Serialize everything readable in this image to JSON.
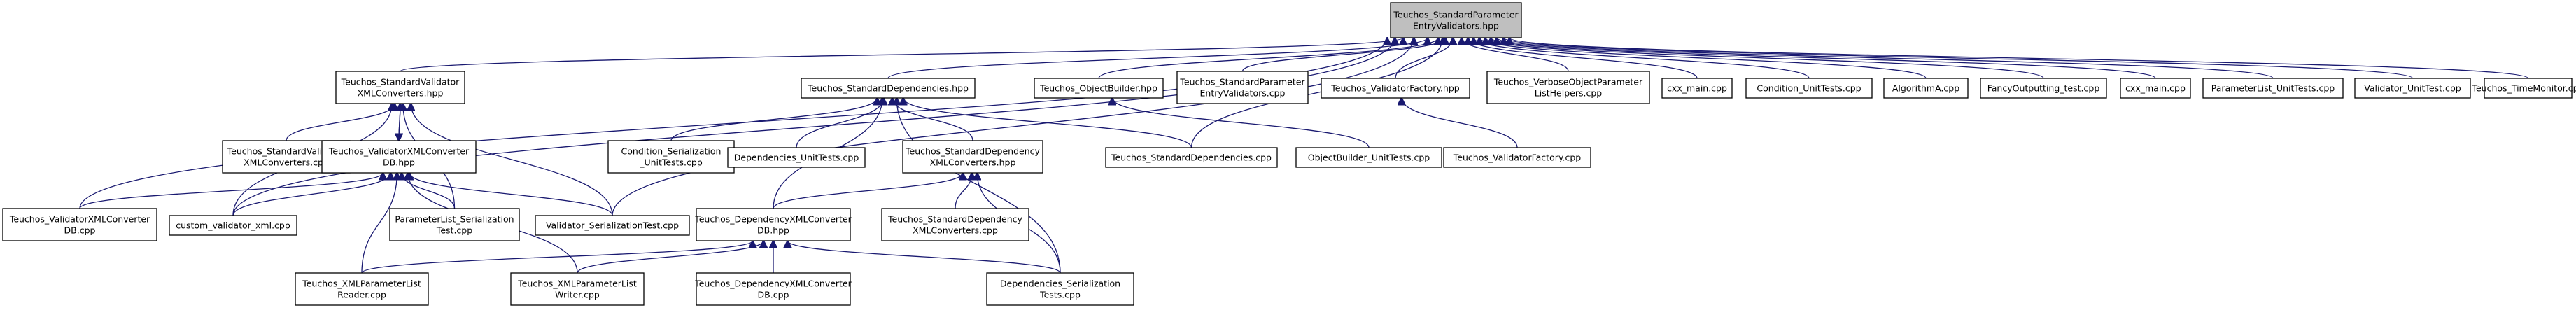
{
  "diagram": {
    "title": "",
    "colors": {
      "edge": "#191970",
      "focus_fill": "#bfbfbf",
      "node_fill": "#ffffff",
      "node_stroke": "#000000"
    },
    "nodes": [
      {
        "id": "root",
        "lines": [
          "Teuchos_StandardParameter",
          "EntryValidators.hpp"
        ],
        "focus": true
      },
      {
        "id": "svx",
        "lines": [
          "Teuchos_StandardValidator",
          "XMLConverters.hpp"
        ]
      },
      {
        "id": "sdeps",
        "lines": [
          "Teuchos_StandardDependencies.hpp"
        ]
      },
      {
        "id": "objb",
        "lines": [
          "Teuchos_ObjectBuilder.hpp"
        ]
      },
      {
        "id": "speecpp",
        "lines": [
          "Teuchos_StandardParameter",
          "EntryValidators.cpp"
        ]
      },
      {
        "id": "vfhpp",
        "lines": [
          "Teuchos_ValidatorFactory.hpp"
        ]
      },
      {
        "id": "verbose",
        "lines": [
          "Teuchos_VerboseObjectParameter",
          "ListHelpers.cpp"
        ]
      },
      {
        "id": "cxx1",
        "lines": [
          "cxx_main.cpp"
        ]
      },
      {
        "id": "condut",
        "lines": [
          "Condition_UnitTests.cpp"
        ]
      },
      {
        "id": "algoa",
        "lines": [
          "AlgorithmA.cpp"
        ]
      },
      {
        "id": "fancy",
        "lines": [
          "FancyOutputting_test.cpp"
        ]
      },
      {
        "id": "cxx2",
        "lines": [
          "cxx_main.cpp"
        ]
      },
      {
        "id": "plut",
        "lines": [
          "ParameterList_UnitTests.cpp"
        ]
      },
      {
        "id": "valut",
        "lines": [
          "Validator_UnitTest.cpp"
        ]
      },
      {
        "id": "timemon",
        "lines": [
          "Teuchos_TimeMonitor.cpp"
        ]
      },
      {
        "id": "svxcpp",
        "lines": [
          "Teuchos_StandardValidator",
          "XMLConverters.cpp"
        ]
      },
      {
        "id": "vxdbhpp",
        "lines": [
          "Teuchos_ValidatorXMLConverter",
          "DB.hpp"
        ]
      },
      {
        "id": "condser",
        "lines": [
          "Condition_Serialization",
          "_UnitTests.cpp"
        ]
      },
      {
        "id": "depsut",
        "lines": [
          "Dependencies_UnitTests.cpp"
        ]
      },
      {
        "id": "sdxhpp",
        "lines": [
          "Teuchos_StandardDependency",
          "XMLConverters.hpp"
        ]
      },
      {
        "id": "sdepscpp",
        "lines": [
          "Teuchos_StandardDependencies.cpp"
        ]
      },
      {
        "id": "objbut",
        "lines": [
          "ObjectBuilder_UnitTests.cpp"
        ]
      },
      {
        "id": "vfcpp",
        "lines": [
          "Teuchos_ValidatorFactory.cpp"
        ]
      },
      {
        "id": "vxdbcpp",
        "lines": [
          "Teuchos_ValidatorXMLConverter",
          "DB.cpp"
        ]
      },
      {
        "id": "custom",
        "lines": [
          "custom_validator_xml.cpp"
        ]
      },
      {
        "id": "plser",
        "lines": [
          "ParameterList_Serialization",
          "Test.cpp"
        ]
      },
      {
        "id": "valser",
        "lines": [
          "Validator_SerializationTest.cpp"
        ]
      },
      {
        "id": "dxdbhpp",
        "lines": [
          "Teuchos_DependencyXMLConverter",
          "DB.hpp"
        ]
      },
      {
        "id": "sdxcpp",
        "lines": [
          "Teuchos_StandardDependency",
          "XMLConverters.cpp"
        ]
      },
      {
        "id": "xmlreader",
        "lines": [
          "Teuchos_XMLParameterList",
          "Reader.cpp"
        ]
      },
      {
        "id": "xmlwriter",
        "lines": [
          "Teuchos_XMLParameterList",
          "Writer.cpp"
        ]
      },
      {
        "id": "dxdbcpp",
        "lines": [
          "Teuchos_DependencyXMLConverter",
          "DB.cpp"
        ]
      },
      {
        "id": "depser",
        "lines": [
          "Dependencies_Serialization",
          "Tests.cpp"
        ]
      }
    ],
    "edges": [
      [
        "svx",
        "root"
      ],
      [
        "sdeps",
        "root"
      ],
      [
        "objb",
        "root"
      ],
      [
        "speecpp",
        "root"
      ],
      [
        "vfhpp",
        "root"
      ],
      [
        "verbose",
        "root"
      ],
      [
        "cxx1",
        "root"
      ],
      [
        "condut",
        "root"
      ],
      [
        "algoa",
        "root"
      ],
      [
        "fancy",
        "root"
      ],
      [
        "cxx2",
        "root"
      ],
      [
        "plut",
        "root"
      ],
      [
        "valut",
        "root"
      ],
      [
        "timemon",
        "root"
      ],
      [
        "vxdbcpp",
        "root"
      ],
      [
        "custom",
        "root"
      ],
      [
        "valser",
        "root"
      ],
      [
        "sdepscpp",
        "root"
      ],
      [
        "svxcpp",
        "svx"
      ],
      [
        "vxdbhpp",
        "svx"
      ],
      [
        "custom",
        "svx"
      ],
      [
        "plser",
        "svx"
      ],
      [
        "valser",
        "svx"
      ],
      [
        "svx",
        "vxdbhpp"
      ],
      [
        "vxdbcpp",
        "vxdbhpp"
      ],
      [
        "custom",
        "vxdbhpp"
      ],
      [
        "plser",
        "vxdbhpp"
      ],
      [
        "valser",
        "vxdbhpp"
      ],
      [
        "xmlreader",
        "vxdbhpp"
      ],
      [
        "xmlwriter",
        "vxdbhpp"
      ],
      [
        "condser",
        "sdeps"
      ],
      [
        "depsut",
        "sdeps"
      ],
      [
        "sdxhpp",
        "sdeps"
      ],
      [
        "sdepscpp",
        "sdeps"
      ],
      [
        "dxdbhpp",
        "sdeps"
      ],
      [
        "depser",
        "sdeps"
      ],
      [
        "sdxcpp",
        "sdxhpp"
      ],
      [
        "dxdbhpp",
        "sdxhpp"
      ],
      [
        "depser",
        "sdxhpp"
      ],
      [
        "xmlreader",
        "dxdbhpp"
      ],
      [
        "xmlwriter",
        "dxdbhpp"
      ],
      [
        "dxdbcpp",
        "dxdbhpp"
      ],
      [
        "depser",
        "dxdbhpp"
      ],
      [
        "objbut",
        "objb"
      ],
      [
        "vfcpp",
        "vfhpp"
      ]
    ]
  }
}
